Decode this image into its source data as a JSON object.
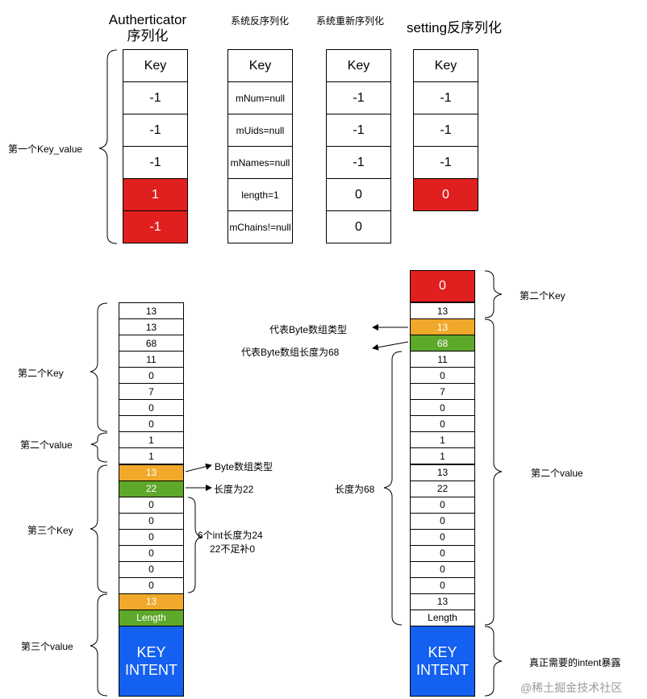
{
  "tables": [
    {
      "header": "Autherticator\n序列化",
      "cells": [
        {
          "text": "Key"
        },
        {
          "text": "-1"
        },
        {
          "text": "-1"
        },
        {
          "text": "-1"
        },
        {
          "text": "1",
          "color": "red"
        },
        {
          "text": "-1",
          "color": "red"
        }
      ]
    },
    {
      "header": "系统反序列化",
      "cells": [
        {
          "text": "Key"
        },
        {
          "text": "mNum=null"
        },
        {
          "text": "mUids=null"
        },
        {
          "text": "mNames=null"
        },
        {
          "text": "length=1"
        },
        {
          "text": "mChains!=null"
        }
      ]
    },
    {
      "header": "系统重新序列化",
      "cells": [
        {
          "text": "Key"
        },
        {
          "text": "-1"
        },
        {
          "text": "-1"
        },
        {
          "text": "-1"
        },
        {
          "text": "0"
        },
        {
          "text": "0"
        }
      ]
    },
    {
      "header": "setting反序列化",
      "cells": [
        {
          "text": "Key"
        },
        {
          "text": "-1"
        },
        {
          "text": "-1"
        },
        {
          "text": "-1"
        },
        {
          "text": "0",
          "color": "red"
        }
      ]
    }
  ],
  "left_label_top": "第一个Key_value",
  "left_column": [
    {
      "text": "13"
    },
    {
      "text": "13"
    },
    {
      "text": "68"
    },
    {
      "text": "11"
    },
    {
      "text": "0"
    },
    {
      "text": "7"
    },
    {
      "text": "0"
    },
    {
      "text": "0"
    },
    {
      "text": "1"
    },
    {
      "text": "1"
    },
    {
      "text": "13",
      "color": "orange"
    },
    {
      "text": "22",
      "color": "green"
    },
    {
      "text": "0"
    },
    {
      "text": "0"
    },
    {
      "text": "0"
    },
    {
      "text": "0"
    },
    {
      "text": "0"
    },
    {
      "text": "0"
    },
    {
      "text": "13",
      "color": "orange"
    },
    {
      "text": "Length",
      "color": "green"
    }
  ],
  "left_blue": [
    "KEY",
    "INTENT"
  ],
  "left_labels": {
    "k2": "第二个Key",
    "v2": "第二个value",
    "k3": "第三个Key",
    "v3": "第三个value",
    "byte_type": "Byte数组类型",
    "len22": "长度为22",
    "int_note_1": "6个int长度为24",
    "int_note_2": "22不足补0"
  },
  "right_top_red": "0",
  "right_column": [
    {
      "text": "13"
    },
    {
      "text": "13",
      "color": "orange"
    },
    {
      "text": "68",
      "color": "green"
    },
    {
      "text": "11"
    },
    {
      "text": "0"
    },
    {
      "text": "7"
    },
    {
      "text": "0"
    },
    {
      "text": "0"
    },
    {
      "text": "1"
    },
    {
      "text": "1"
    },
    {
      "text": "13"
    },
    {
      "text": "22"
    },
    {
      "text": "0"
    },
    {
      "text": "0"
    },
    {
      "text": "0"
    },
    {
      "text": "0"
    },
    {
      "text": "0"
    },
    {
      "text": "0"
    },
    {
      "text": "13"
    },
    {
      "text": "Length"
    }
  ],
  "right_blue": [
    "KEY",
    "INTENT"
  ],
  "right_labels": {
    "k2": "第二个Key",
    "byte_type": "代表Byte数组类型",
    "byte_len": "代表Byte数组长度为68",
    "len68": "长度为68",
    "v2": "第二个value",
    "intent": "真正需要的intent暴露"
  },
  "watermark": "@稀土掘金技术社区"
}
